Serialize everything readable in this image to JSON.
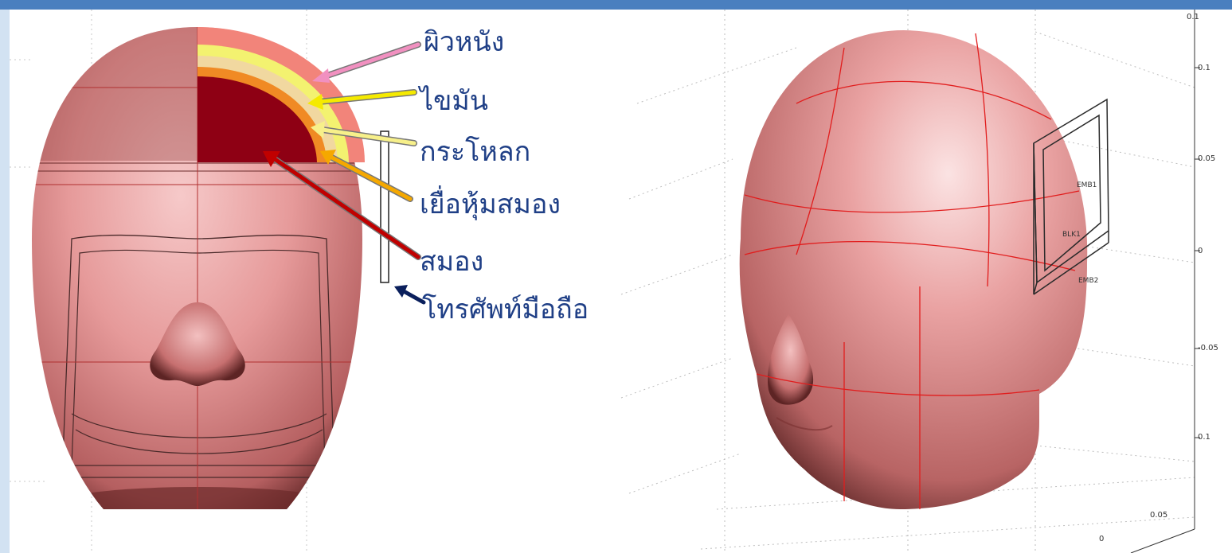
{
  "layer_labels": [
    {
      "id": "skin",
      "text": "ผิวหนัง",
      "arrow_color": "#f190c0"
    },
    {
      "id": "fat",
      "text": "ไขมัน",
      "arrow_color": "#f5ea00"
    },
    {
      "id": "skull",
      "text": "กระโหลก",
      "arrow_color": "#f7f08a"
    },
    {
      "id": "dura",
      "text": "เยื่อหุ้มสมอง",
      "arrow_color": "#f5a800"
    },
    {
      "id": "brain",
      "text": "สมอง",
      "arrow_color": "#c00000"
    },
    {
      "id": "phone",
      "text": "โทรศัพท์มือถือ",
      "arrow_color": "#0a1f5c"
    }
  ],
  "axis": {
    "z_ticks": [
      "0.1",
      "0.1",
      "0.05",
      "0",
      "-0.05",
      "0.1"
    ],
    "x_ticks": [
      "0.05",
      "0"
    ]
  },
  "ports": {
    "emb1": "EMB1",
    "blk": "BLK1",
    "emb2": "EMB2"
  }
}
